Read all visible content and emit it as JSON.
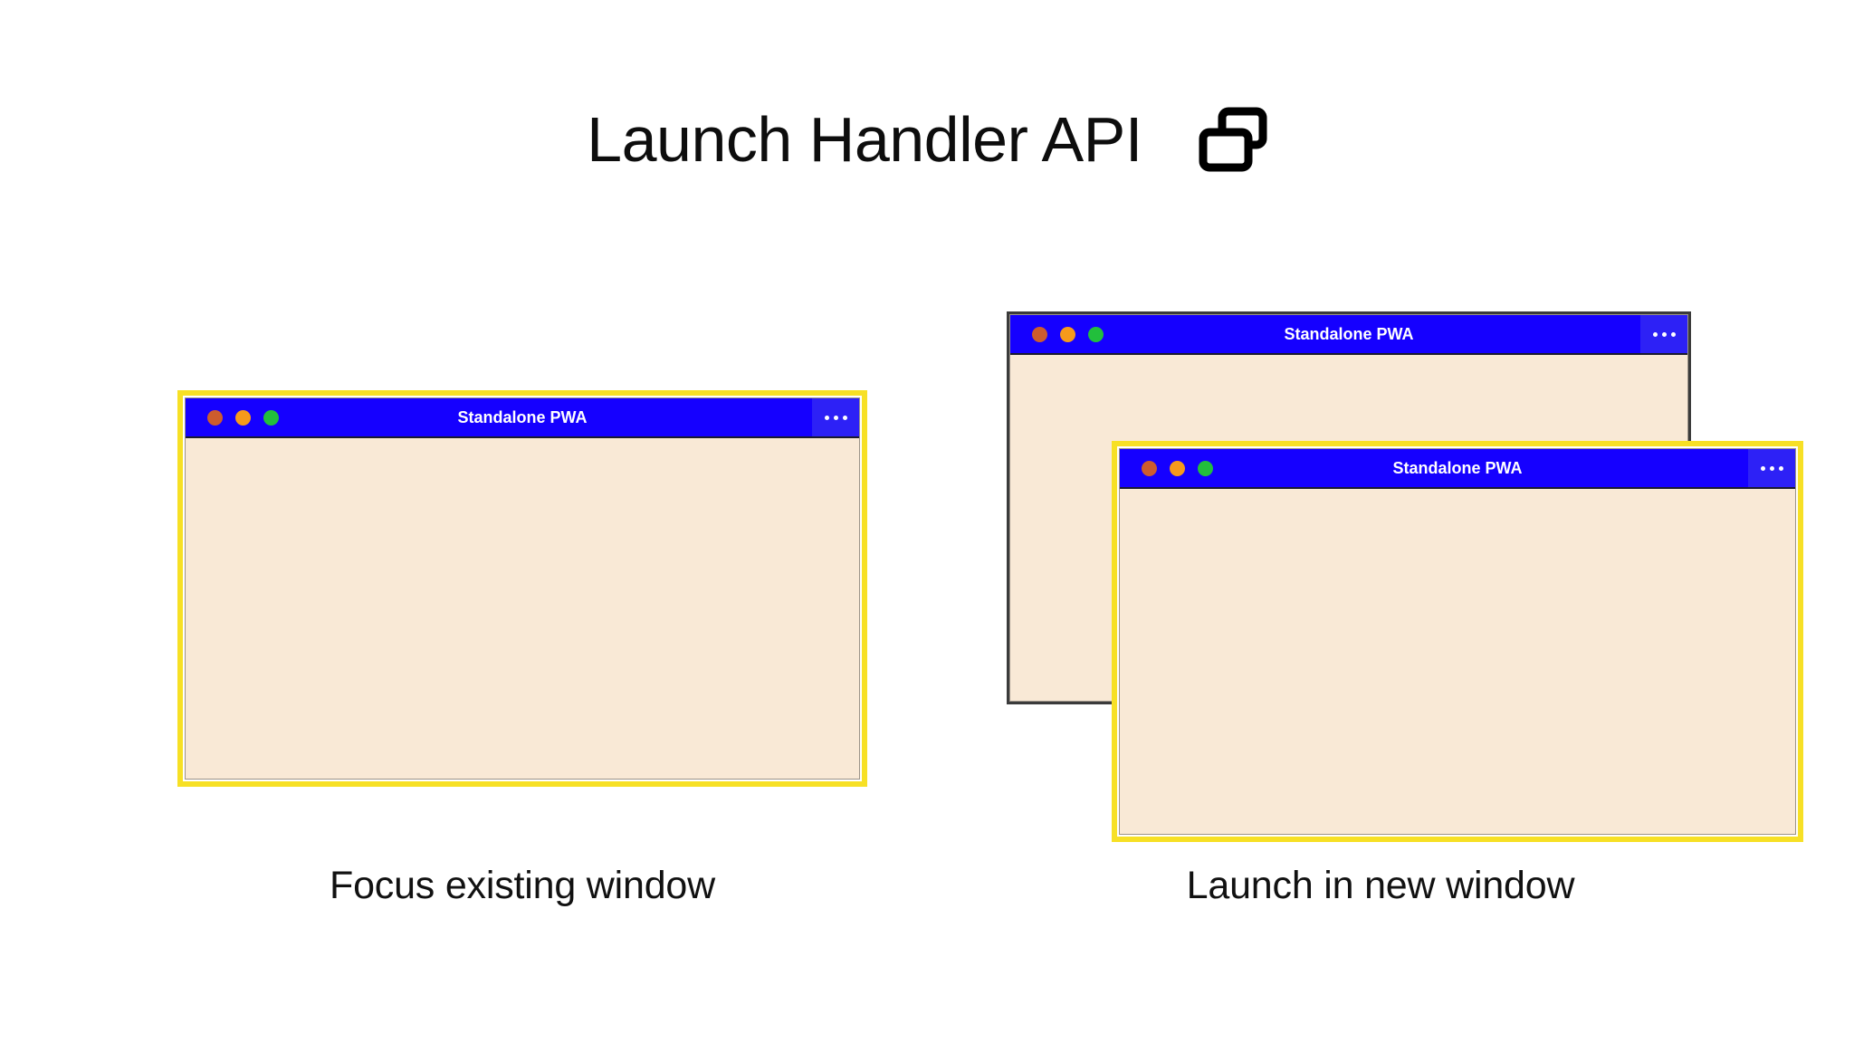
{
  "header": {
    "title": "Launch Handler API",
    "icon": "multi-window-icon"
  },
  "windows": {
    "focus_existing": {
      "title": "Standalone PWA",
      "menu_icon": "overflow-menu-icon",
      "border_color": "#f7e025",
      "titlebar_color": "#1500ff",
      "body_color": "#f9e9d6",
      "focused": true,
      "traffic_lights": [
        "close-red",
        "minimize-amber",
        "maximize-green"
      ]
    },
    "new_back": {
      "title": "Standalone PWA",
      "menu_icon": "overflow-menu-icon",
      "border_color": "#3b3b3b",
      "titlebar_color": "#1500ff",
      "body_color": "#f9e9d6",
      "focused": false,
      "traffic_lights": [
        "close-red",
        "minimize-amber",
        "maximize-green"
      ]
    },
    "new_front": {
      "title": "Standalone PWA",
      "menu_icon": "overflow-menu-icon",
      "border_color": "#f7e025",
      "titlebar_color": "#1500ff",
      "body_color": "#f9e9d6",
      "focused": true,
      "traffic_lights": [
        "close-red",
        "minimize-amber",
        "maximize-green"
      ]
    }
  },
  "captions": {
    "focus_existing": "Focus existing window",
    "launch_new": "Launch in new window"
  },
  "colors": {
    "accent_blue": "#1500ff",
    "highlight_yellow": "#f7e025",
    "window_body": "#f9e9d6",
    "unfocused_border": "#3b3b3b",
    "dot_red": "#cd5c2e",
    "dot_amber": "#f69a1b",
    "dot_green": "#22bf3c",
    "background": "#ffffff",
    "text": "#111111"
  }
}
